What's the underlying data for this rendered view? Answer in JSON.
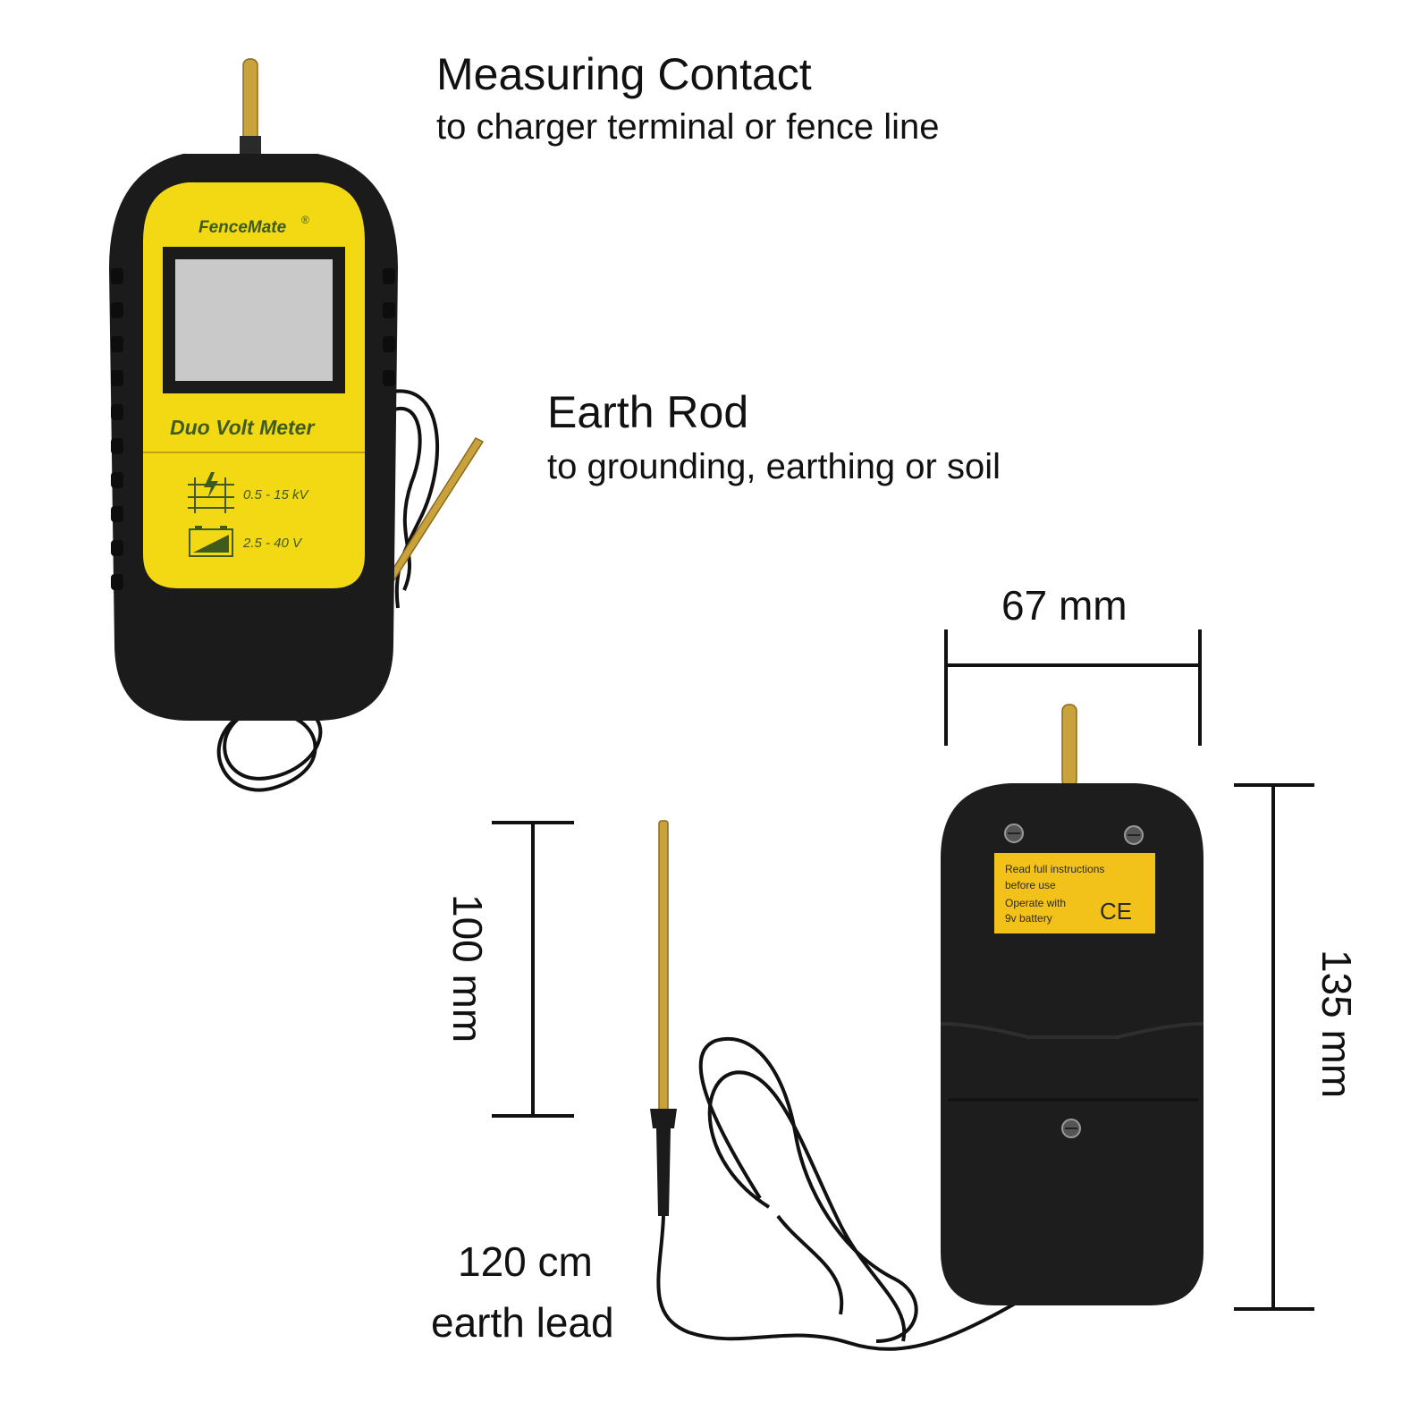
{
  "callouts": {
    "measuring": {
      "title": "Measuring Contact",
      "subtitle": "to charger terminal or fence line"
    },
    "earth_rod": {
      "title": "Earth Rod",
      "subtitle": "to grounding, earthing or soil"
    }
  },
  "front_device": {
    "brand": "FenceMate",
    "registered": "®",
    "model": "Duo Volt Meter",
    "range_fence": "0.5 - 15 kV",
    "range_battery": "2.5 - 40 V"
  },
  "back_device": {
    "label_line1": "Read full instructions",
    "label_line2": "before use",
    "label_line3": "Operate with",
    "label_line4": "9v battery",
    "ce_mark": "CE"
  },
  "dimensions": {
    "width": "67 mm",
    "height": "135 mm",
    "rod_length": "100 mm",
    "lead_line1": "120 cm",
    "lead_line2": "earth lead"
  },
  "colors": {
    "body": "#1b1b1b",
    "face": "#f2d914",
    "brass": "#c9a23c",
    "text_green": "#3e5a1c",
    "lcd": "#c9c9c9"
  },
  "icons": [
    "fence-voltage-icon",
    "battery-voltage-icon"
  ]
}
